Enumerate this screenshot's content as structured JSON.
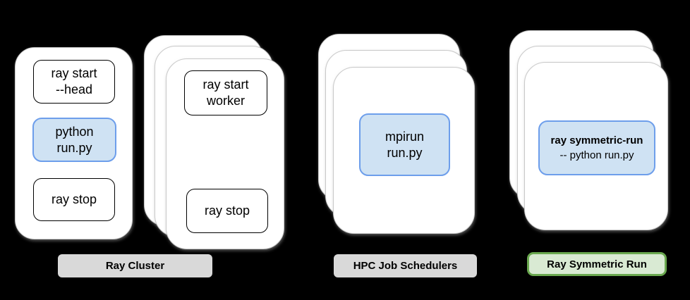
{
  "colors": {
    "background": "#000000",
    "card_fill": "#ffffff",
    "card_border": "#c9c9c9",
    "command_box_border": "#000000",
    "highlight_fill": "#cfe2f3",
    "highlight_border": "#6d9eeb",
    "badge_gray_fill": "#d9d9d9",
    "badge_green_fill": "#d9ead3",
    "badge_green_border": "#6aa84f",
    "text": "#000000"
  },
  "head_card": {
    "ray_start_head_line1": "ray start",
    "ray_start_head_line2": "--head",
    "python_run_line1": "python",
    "python_run_line2": "run.py",
    "ray_stop": "ray stop"
  },
  "worker_stack": {
    "ray_start_worker_line1": "ray start",
    "ray_start_worker_line2": "worker",
    "ray_stop": "ray stop"
  },
  "hpc_stack": {
    "mpirun_line1": "mpirun",
    "mpirun_line2": "run.py"
  },
  "symmetric_stack": {
    "cmd_line1": "ray symmetric-run",
    "cmd_line2": "-- python run.py"
  },
  "badges": {
    "ray_cluster": "Ray Cluster",
    "hpc_job_schedulers": "HPC Job Schedulers",
    "ray_symmetric_run": "Ray Symmetric Run"
  }
}
